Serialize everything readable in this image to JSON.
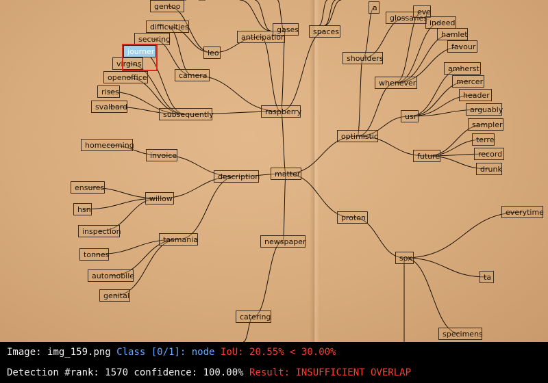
{
  "colors": {
    "edge": "#1a1208",
    "highlight_fill": "#9fd0ea",
    "detection_box": "#e2231a",
    "status_white": "#f0f0f0",
    "status_blue": "#6aa9ff",
    "status_red": "#ff3b30"
  },
  "nodes": {
    "matter": "matter",
    "raspberry": "raspberry",
    "description": "description",
    "newspaper": "newspaper",
    "optimistic": "optimistic",
    "proton": "proton",
    "anticipation": "anticipation",
    "gases": "gases",
    "spaces": "spaces",
    "leo": "leo",
    "camera": "camera",
    "subsequently": "subsequently",
    "gentoo": "gentoo",
    "difficulties": "difficulties",
    "securing": "securing",
    "journer": "journer",
    "virgins": "virgins",
    "openoffice": "openoffice",
    "rises": "rises",
    "svalbard": "svalbard",
    "homecoming": "homecoming",
    "invoice": "invoice",
    "ensures": "ensures",
    "hsn": "hsn",
    "willow": "willow",
    "inspection": "inspection",
    "tasmania": "tasmania",
    "tonnes": "tonnes",
    "automobile": "automobile",
    "genital": "genital",
    "catering": "catering",
    "shoulders": "shoulders",
    "glossaries": "glossaries",
    "a": "a",
    "eve": "eve",
    "indeed": "indeed",
    "hamlet": "hamlet",
    "favour": "favour",
    "whenever": "whenever",
    "amherst": "amherst",
    "mercer": "mercer",
    "header": "header",
    "arguably": "arguably",
    "usr": "usr",
    "sampler": "sampler",
    "terre": "terre",
    "future": "future",
    "record": "record",
    "drunk": "drunk",
    "sox": "sox",
    "everytime": "everytime",
    "ta": "ta",
    "specimens": "specimens"
  },
  "status": {
    "image_label": "Image:",
    "image_name": "img_159.png",
    "class_text": "Class [0/1]: node",
    "iou_text": "IoU: 20.55% < 30.00%",
    "detection_text": "Detection #rank: 1570 confidence: 100.00%",
    "result_text": "Result: INSUFFICIENT OVERLAP"
  }
}
